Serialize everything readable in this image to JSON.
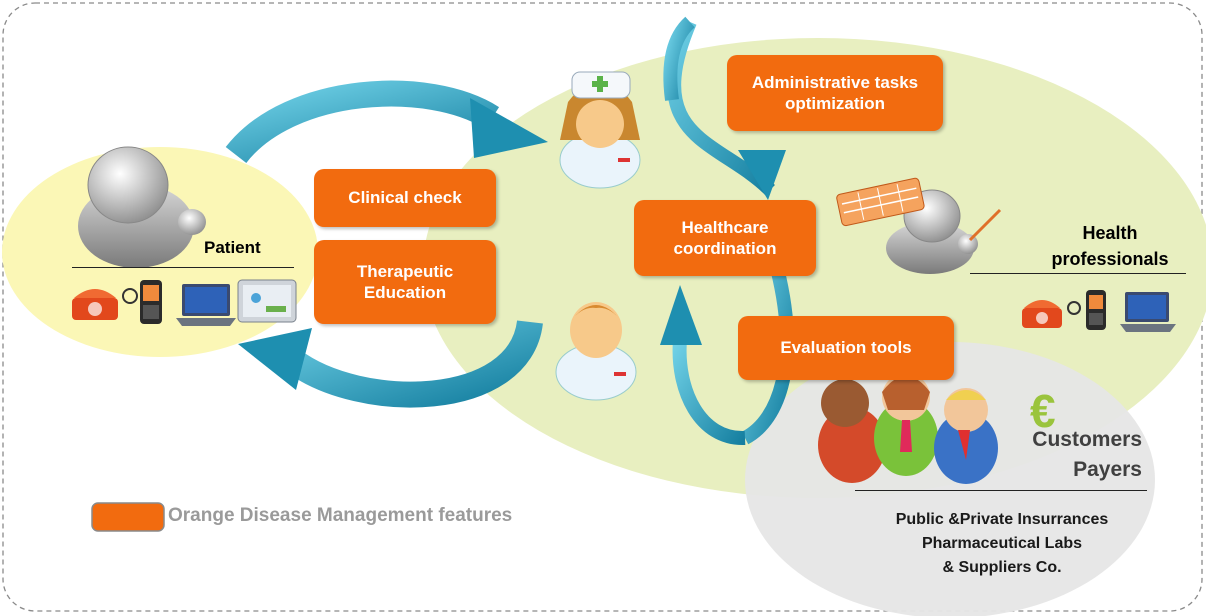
{
  "colors": {
    "feature_orange": "#f26b0f",
    "patient_zone": "#fbf7b6",
    "care_zone": "#e8efc0",
    "payers_zone": "#e6e6e6",
    "arrow_teal": "#2aa0c0",
    "euro_green": "#9ac43c",
    "legend_text": "#9a9a9a"
  },
  "actors": {
    "patient": "Patient",
    "health_professionals": "Health professionals",
    "customers": "Customers",
    "payers": "Payers",
    "payers_list": [
      "Public &Private Insurrances",
      "Pharmaceutical Labs",
      "& Suppliers Co."
    ]
  },
  "features": {
    "clinical_check": "Clinical check",
    "therapeutic_education": "Therapeutic Education",
    "administrative_tasks": "Administrative tasks  optimization",
    "healthcare_coordination": "Healthcare coordination",
    "evaluation_tools": "Evaluation tools"
  },
  "currency_symbol": "€",
  "legend": {
    "label": "Orange Disease Management features"
  },
  "icons": {
    "patient_devices": [
      "phone-icon",
      "mobile-icon",
      "laptop-icon",
      "tablet-icon"
    ],
    "professional_devices": [
      "phone-icon",
      "mobile-icon",
      "laptop-icon"
    ]
  }
}
